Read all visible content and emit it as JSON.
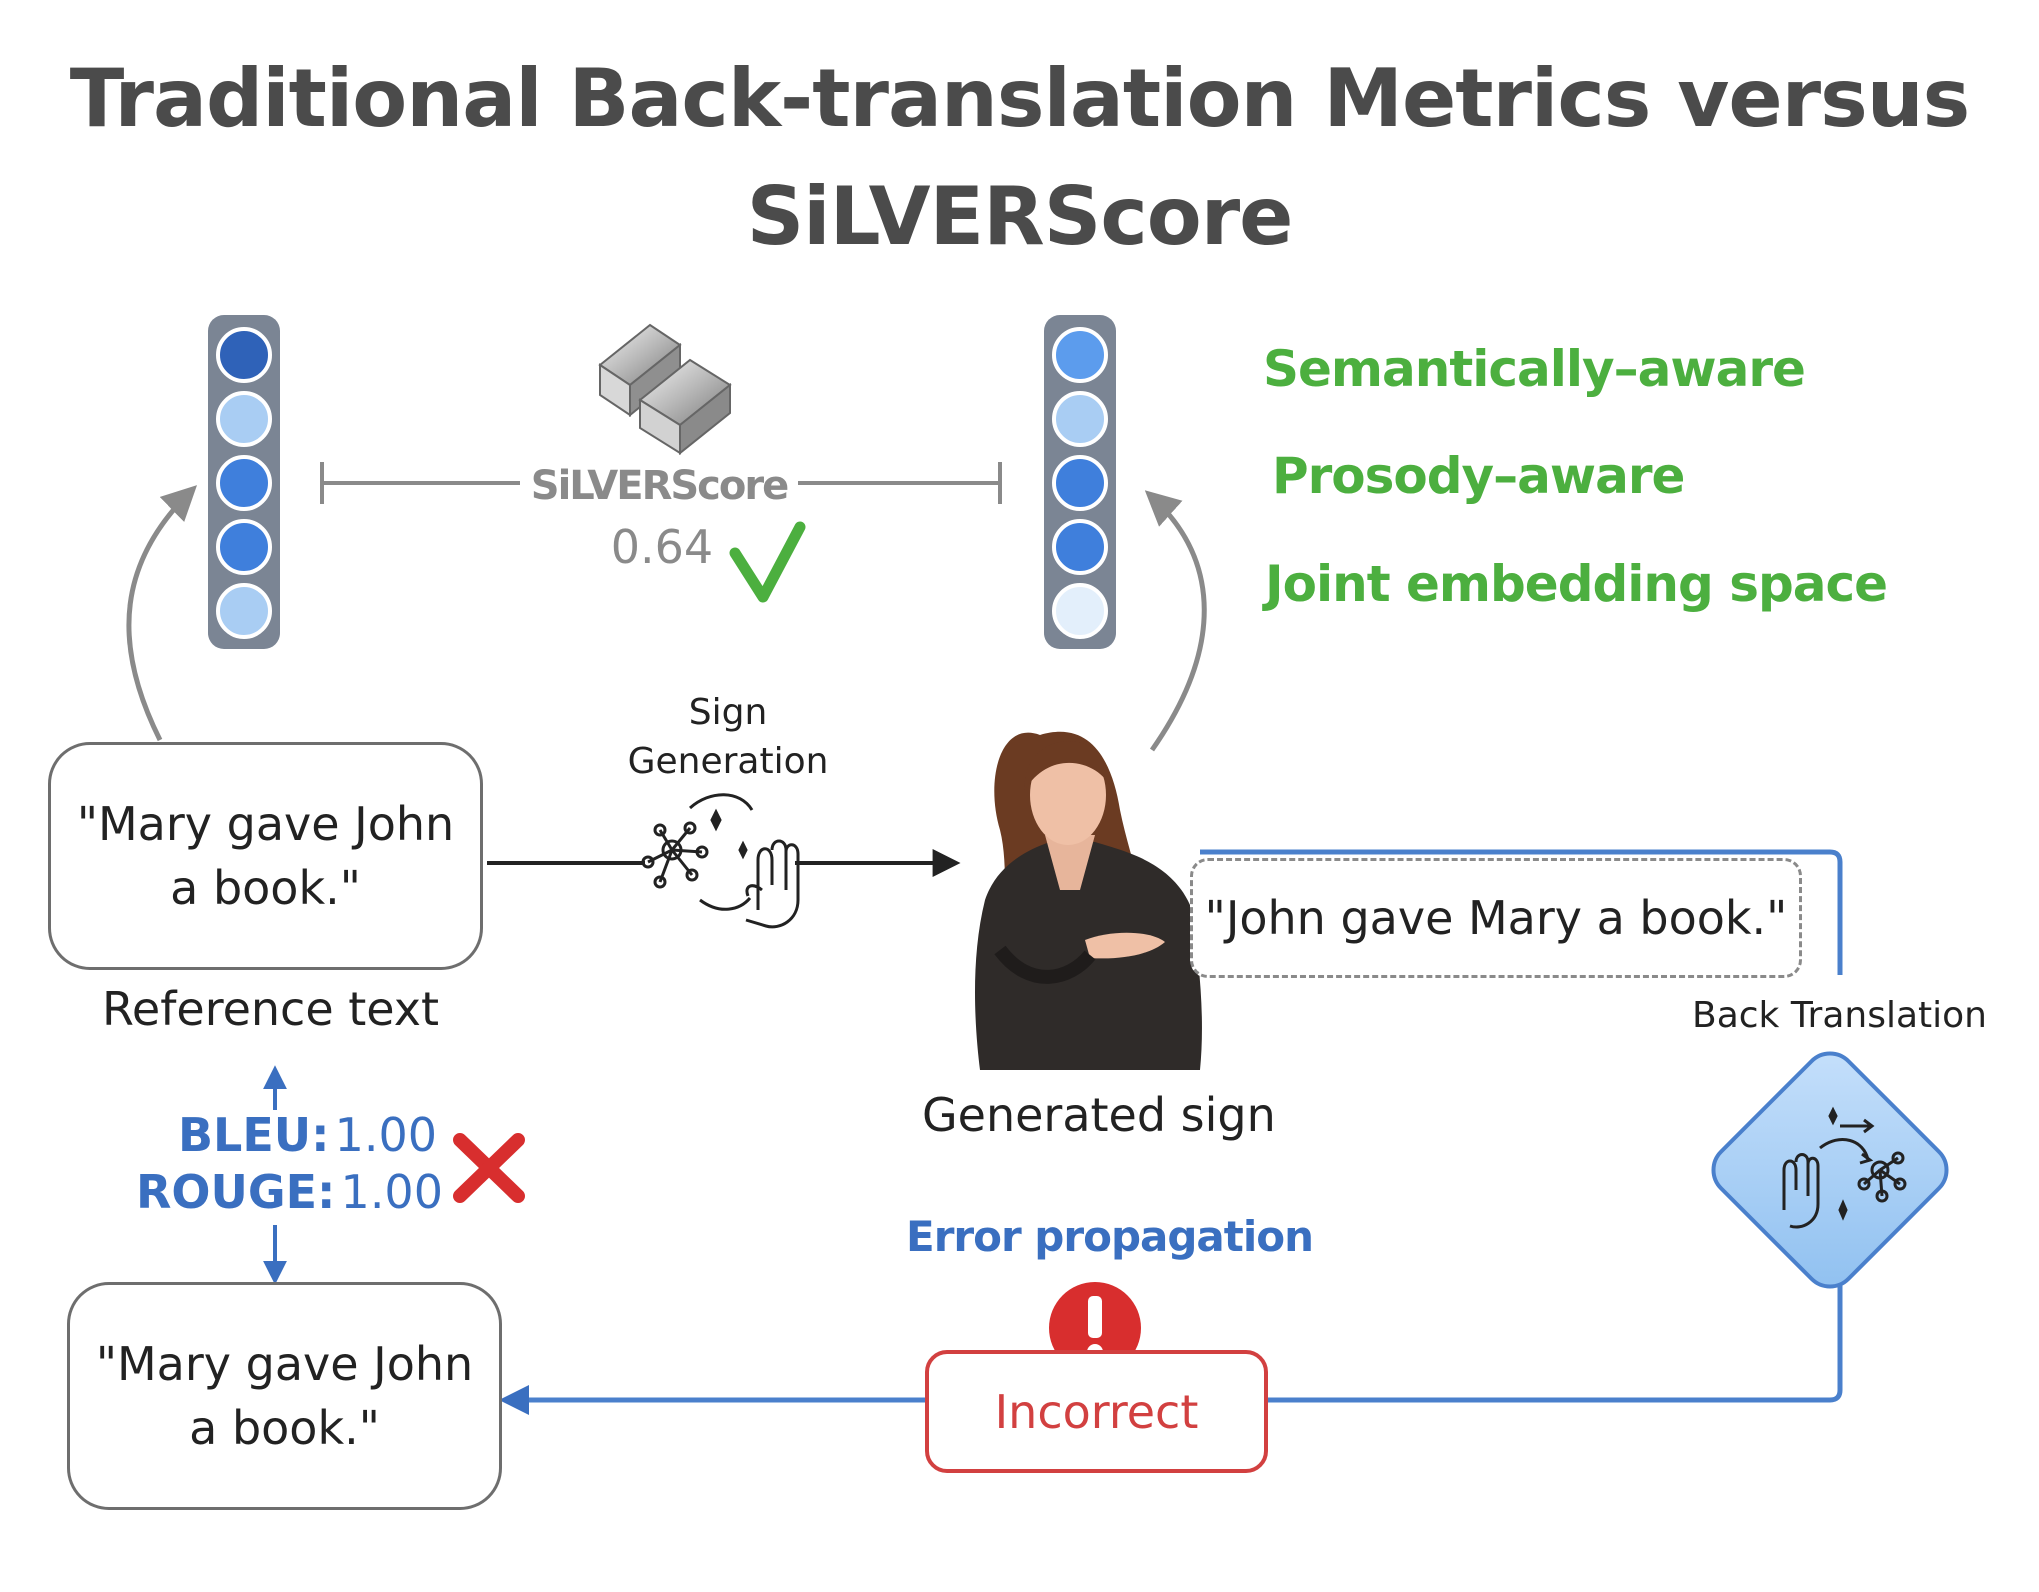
{
  "title_line1": "Traditional Back-translation Metrics versus",
  "title_line2": "SiLVERScore",
  "features": [
    "Semantically–aware",
    "Prosody–aware",
    "Joint embedding space"
  ],
  "silverscore": {
    "label": "SiLVERScore",
    "value": "0.64"
  },
  "reference_box": {
    "line1": "\"Mary gave John",
    "line2": "a book.\""
  },
  "reference_label": "Reference text",
  "sign_generation": {
    "line1": "Sign",
    "line2": "Generation"
  },
  "generated_label": "Generated sign",
  "back_translated_text": "\"John gave Mary a book.\"",
  "back_translation_label": "Back Translation",
  "metrics": [
    {
      "name": "BLEU:",
      "value": "1.00"
    },
    {
      "name": "ROUGE:",
      "value": "1.00"
    }
  ],
  "error_label": "Error propagation",
  "incorrect_label": "Incorrect",
  "output_box": {
    "line1": "\"Mary gave John",
    "line2": "a book.\""
  },
  "colors": {
    "green": "#4caf3f",
    "blue": "#3a6fc0",
    "red": "#d24040",
    "gray": "#8a8a8a",
    "embed_left": [
      "#2f62b8",
      "#a9cdf3",
      "#3f7fdc",
      "#3f7fdc",
      "#a9cdf3"
    ],
    "embed_right": [
      "#5c9ced",
      "#a9cdf3",
      "#3f7fdc",
      "#3f7fdc",
      "#e3effb"
    ]
  },
  "icons": [
    "silver-bars-icon",
    "check-icon",
    "cross-icon",
    "network-hand-icon",
    "back-translation-icon",
    "exclamation-icon",
    "signer-figure"
  ]
}
